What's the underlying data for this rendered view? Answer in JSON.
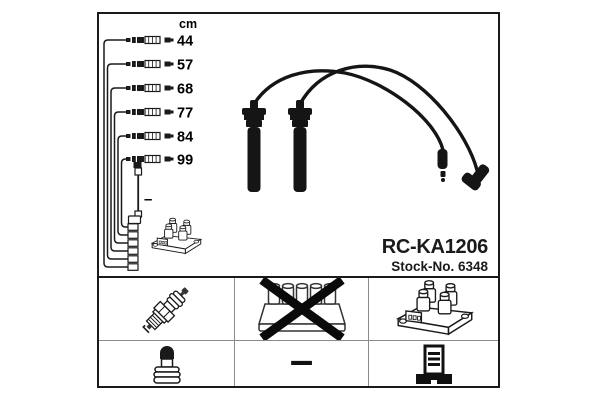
{
  "product": {
    "part_number": "RC-KA1206",
    "stock_number": "Stock-No. 6348"
  },
  "length_column": {
    "unit": "cm",
    "values": [
      "44",
      "57",
      "68",
      "77",
      "84",
      "99"
    ],
    "coil_wire_length_mark": "–"
  },
  "compatibility_table": {
    "no_distributor_mark": "–",
    "row1_icons": [
      "spark-plug-icon",
      "distributor-cap-crossed-icon",
      "ignition-coil-pack-icon"
    ],
    "row2_icons": [
      "plug-terminal-nut-icon",
      "dash-mark",
      "coil-tower-terminal-icon"
    ]
  },
  "colors": {
    "line": "#1a1a1a",
    "divider": "#8a8a8a",
    "background": "#ffffff",
    "cross_out": "#0a0a0a"
  }
}
